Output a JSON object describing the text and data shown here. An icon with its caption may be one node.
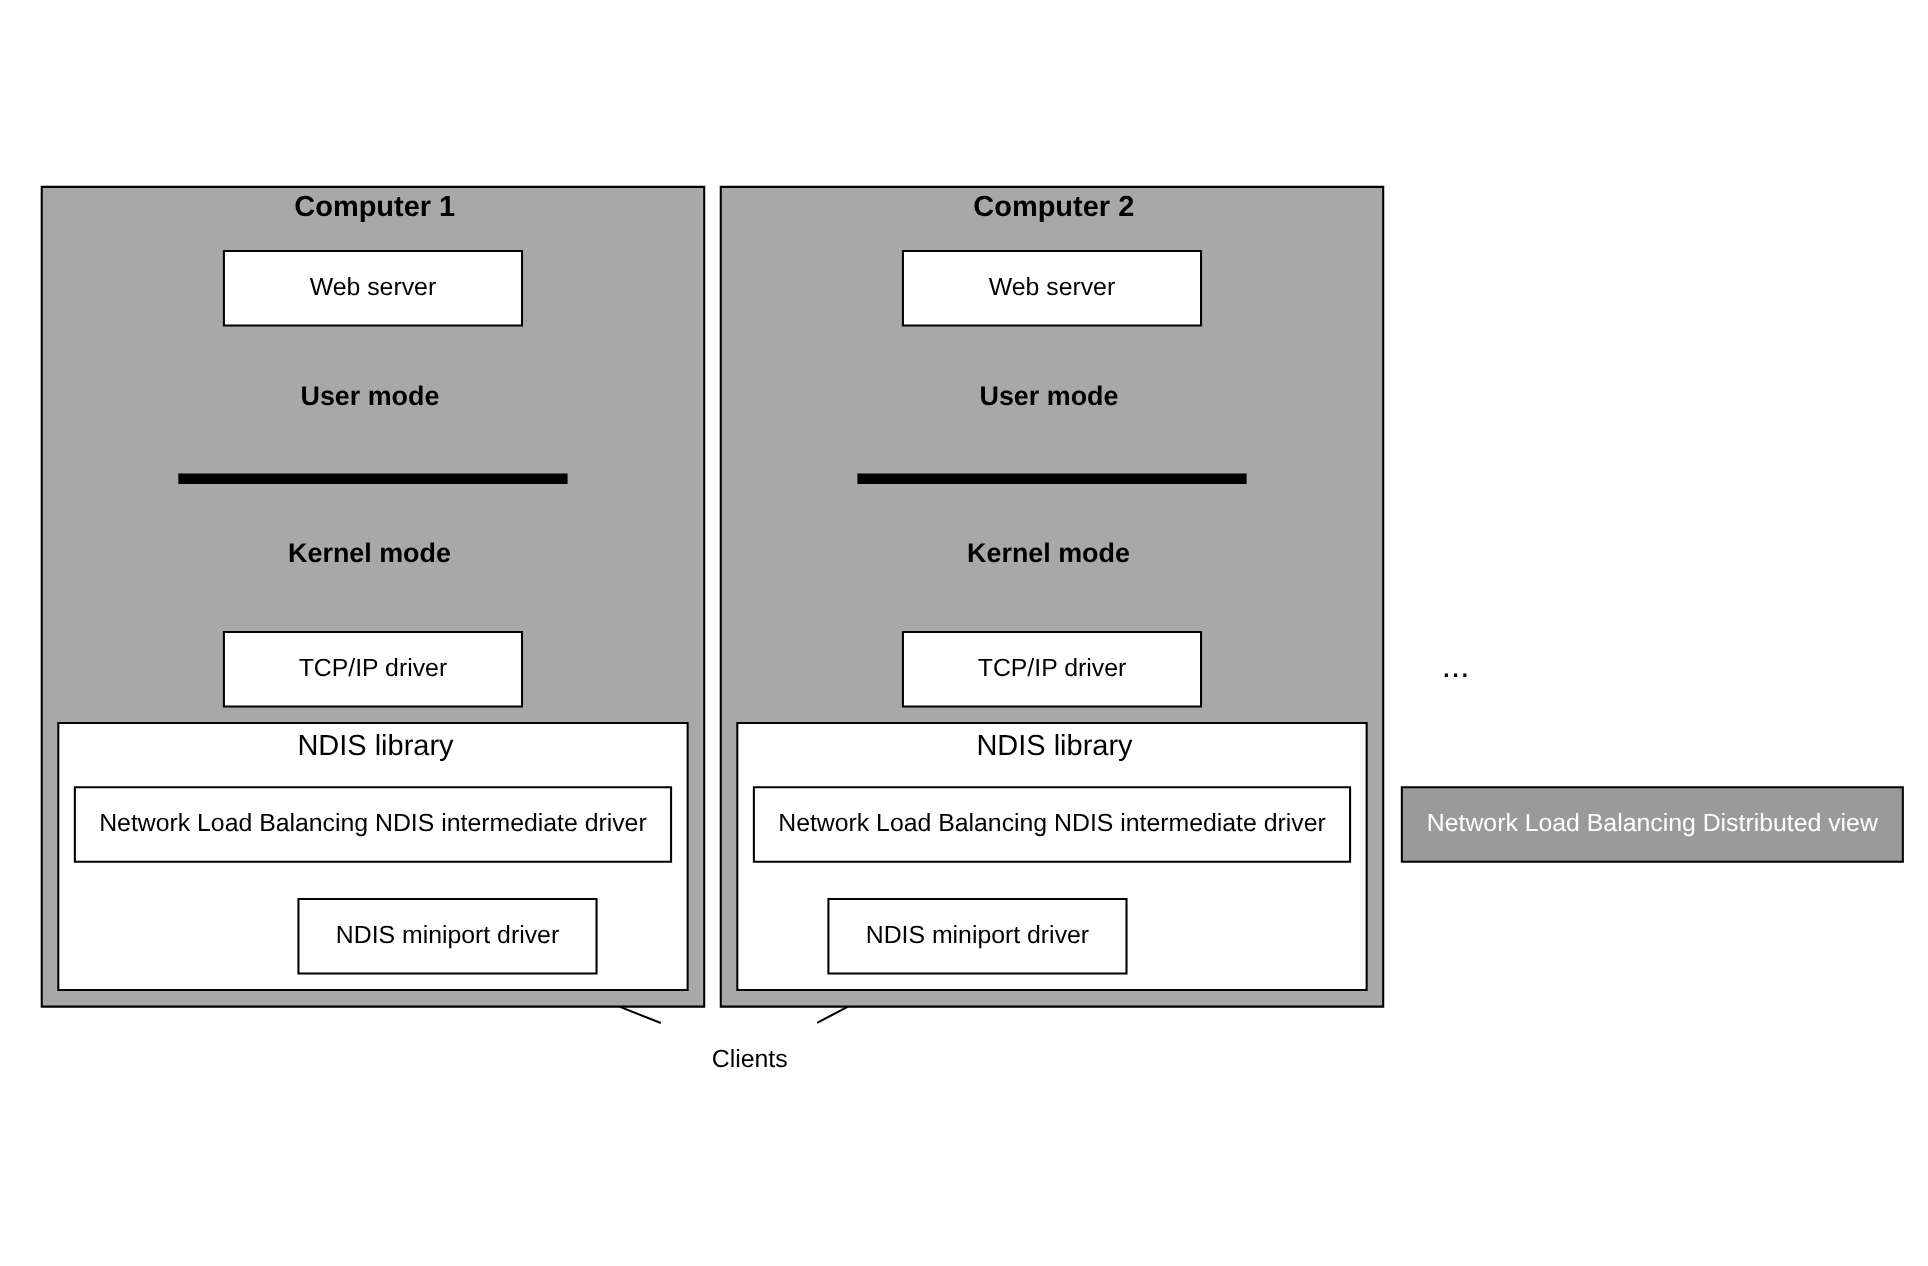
{
  "diagram": {
    "nodes": [
      {
        "text": [
          "Computer 1"
        ]
      },
      {
        "text": [
          "Web server"
        ],
        "in": 0
      },
      {
        "text": [
          "TCP/IP driver"
        ],
        "in": 0
      },
      {
        "text": [
          "NDIS library"
        ],
        "in": 0
      },
      {
        "text": [
          "Network Load Balancing NDIS intermediate driver"
        ],
        "in": 3
      },
      {
        "text": [
          "NDIS miniport driver"
        ],
        "in": 3
      },
      {
        "text": [
          "Computer 2"
        ]
      },
      {
        "text": [
          "Web server"
        ],
        "in": 6
      },
      {
        "text": [
          "TCP/IP driver"
        ],
        "in": 6
      },
      {
        "text": [
          "NDIS library"
        ],
        "in": 6
      },
      {
        "text": [
          "Network Load Balancing NDIS intermediate driver"
        ],
        "in": 9
      },
      {
        "text": [
          "NDIS miniport driver"
        ],
        "in": 9
      },
      {
        "text": [
          "Network Load Balancing Distributed view"
        ]
      },
      {
        "text": [
          "Clients"
        ]
      }
    ],
    "edges": [
      {
        "from": 0,
        "to": 13,
        "arrow": "none"
      },
      {
        "from": 6,
        "to": 13,
        "arrow": "none"
      }
    ],
    "labels": [
      "User mode",
      "Kernel mode",
      "User mode",
      "Kernel mode",
      "..."
    ]
  }
}
